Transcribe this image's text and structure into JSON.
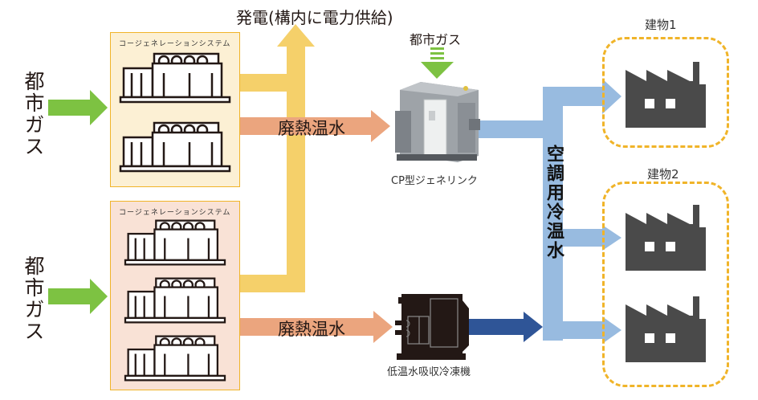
{
  "colors": {
    "gas_arrow": "#7dc242",
    "power": "#f5d06a",
    "waste_heat": "#eba57e",
    "chilled_water": "#98bbe0",
    "chiller_output": "#2f5597",
    "building_border": "#f0b429",
    "factory_icon": "#4a4a4a",
    "cogen_box1_bg": "#fcf0d4",
    "cogen_box2_bg": "#f9e2d6"
  },
  "inputs": {
    "gas_top": "都市ガス",
    "gas_bottom": "都市ガス",
    "gas_genelink": "都市ガス"
  },
  "cogen": {
    "box1_title": "コージェネレーションシステム",
    "box1_engines": 2,
    "box2_title": "コージェネレーションシステム",
    "box2_engines": 3
  },
  "flows": {
    "power": "発電(構内に電力供給)",
    "waste_heat_top": "廃熱温水",
    "waste_heat_bottom": "廃熱温水",
    "chilled_water": "空調用冷温水"
  },
  "equipment": {
    "genelink": "CP型ジェネリンク",
    "chiller": "低温水吸収冷凍機"
  },
  "buildings": [
    {
      "label": "建物1",
      "factories": 1
    },
    {
      "label": "建物2",
      "factories": 2
    }
  ]
}
